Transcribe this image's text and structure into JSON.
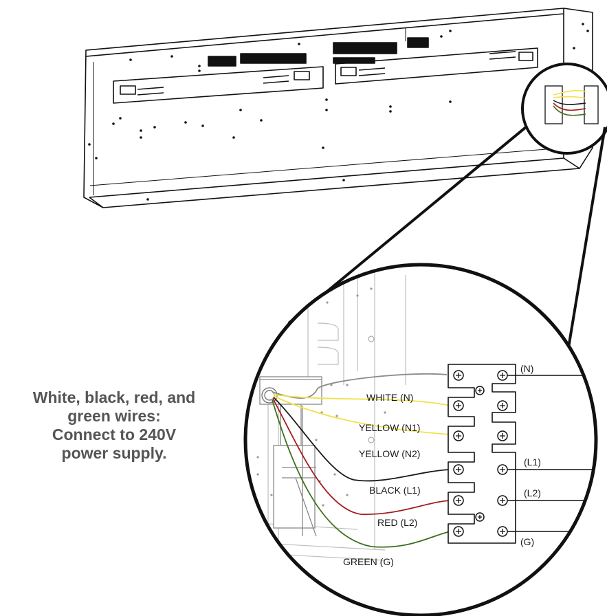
{
  "instruction": {
    "lines": [
      "White, black, red, and",
      "green wires:",
      "Connect to 240V",
      "power supply."
    ]
  },
  "wire_labels": {
    "white": "WHITE (N)",
    "yellow1": "YELLOW (N1)",
    "yellow2": "YELLOW (N2)",
    "black": "BLACK (L1)",
    "red": "RED (L2)",
    "green": "GREEN (G)"
  },
  "terminal_labels": {
    "n": "(N)",
    "l1": "(L1)",
    "l2": "(L2)",
    "g": "(G)"
  },
  "colors": {
    "white_wire": "#8c8c8c",
    "yellow_wire": "#f1e24a",
    "black_wire": "#1a1a1a",
    "red_wire": "#a31d1d",
    "green_wire": "#3f6e1e",
    "text_gray": "#555555"
  }
}
